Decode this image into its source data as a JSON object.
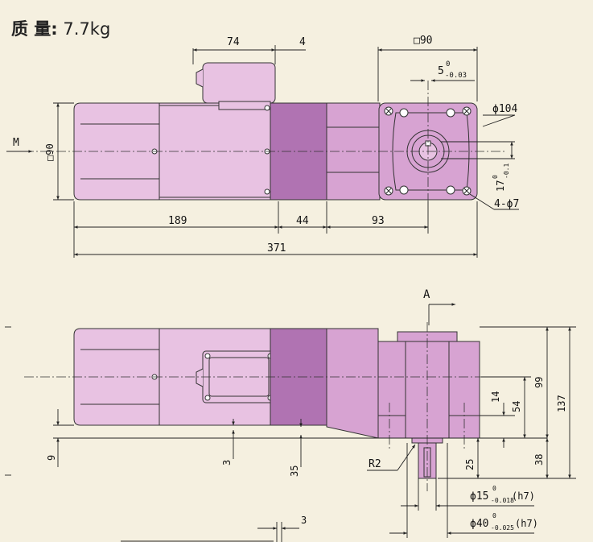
{
  "title": {
    "label": "质 量:",
    "value": "7.7kg"
  },
  "colors": {
    "background": "#f5f0e0",
    "motor_body": "#e8c2e2",
    "motor_dark": "#b073b2",
    "gearbox": "#d7a3d2",
    "line": "#222222"
  },
  "top_view": {
    "dims": {
      "terminal_box_width": "74",
      "terminal_box_offset": "4",
      "flange_square": "□90",
      "keyway_width": "5",
      "keyway_tol_upper": "0",
      "keyway_tol_lower": "-0.03",
      "bolt_circle": "ϕ104",
      "shaft_height": "17",
      "shaft_height_tol_upper": "0",
      "shaft_height_tol_lower": "-0.1",
      "bolt_holes": "4-ϕ7",
      "motor_length": "189",
      "brake_length": "44",
      "gear_length": "93",
      "total_length": "371",
      "frame_size": "□90",
      "view_label": "M"
    }
  },
  "side_view": {
    "dims": {
      "view_label": "A",
      "base_offset": "9",
      "gap_3": "3",
      "dim_35": "35",
      "radius": "R2",
      "shaft_length": "25",
      "dim_14": "14",
      "dim_54": "54",
      "dim_99": "99",
      "dim_38": "38",
      "dim_137": "137",
      "shaft_diameter": "ϕ15",
      "shaft_dia_tol_upper": "0",
      "shaft_dia_tol_lower": "-0.018",
      "shaft_dia_fit": "(h7)",
      "pilot_diameter": "ϕ40",
      "pilot_dia_tol_upper": "0",
      "pilot_dia_tol_lower": "-0.025",
      "pilot_dia_fit": "(h7)",
      "bottom_gap": "3"
    }
  }
}
